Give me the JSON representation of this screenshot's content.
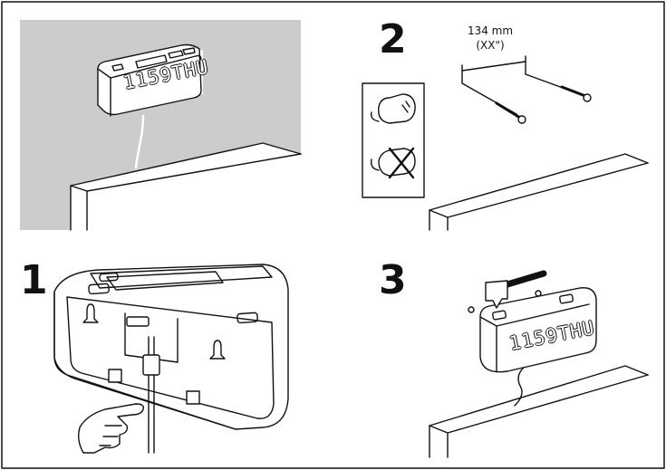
{
  "steps": {
    "one": "1",
    "two": "2",
    "three": "3"
  },
  "measurement": {
    "distance": "134 mm",
    "imperial": "(XX\")"
  },
  "clock_display": "1159THU",
  "icons": [
    "clock-front-icon",
    "clock-back-icon",
    "screw-icon",
    "wall-plug-icon",
    "hand-pointer-icon",
    "cross-out-icon",
    "arrow-down-icon"
  ],
  "colors": {
    "wall": "#cccccc",
    "line": "#111111",
    "fill": "#ffffff"
  }
}
